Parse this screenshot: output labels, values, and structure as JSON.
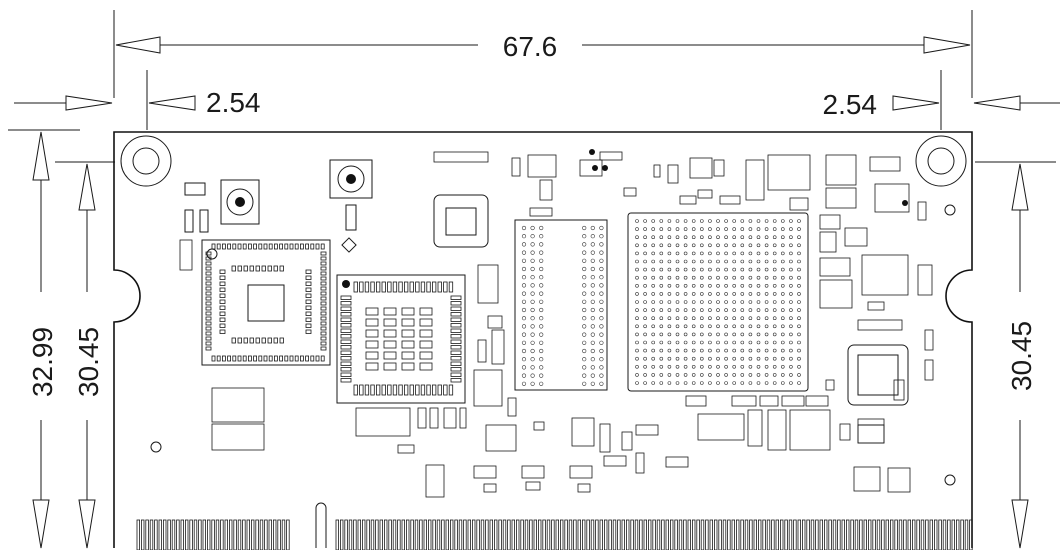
{
  "drawing": {
    "overall_width": "67.6",
    "left_hole_offset": "2.54",
    "right_hole_offset": "2.54",
    "overall_height_left": "32.99",
    "hole_span_height_left": "30.45",
    "hole_span_height_right": "30.45"
  },
  "colors": {
    "line": "#1a1a1a",
    "background": "#ffffff"
  }
}
